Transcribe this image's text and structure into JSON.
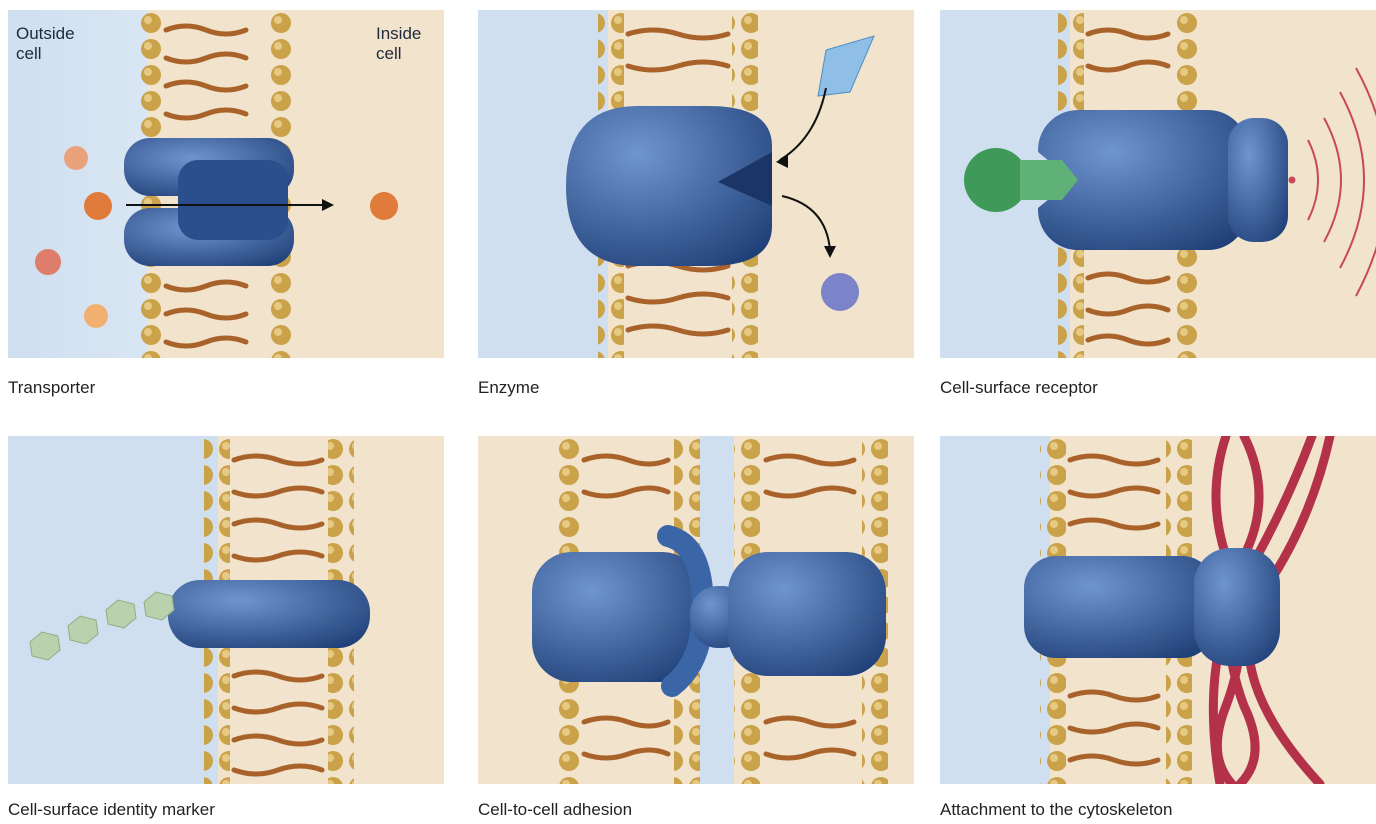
{
  "panels": [
    {
      "caption": "Transporter"
    },
    {
      "caption": "Enzyme"
    },
    {
      "caption": "Cell-surface receptor"
    },
    {
      "caption": "Cell-surface identity marker"
    },
    {
      "caption": "Cell-to-cell adhesion"
    },
    {
      "caption": "Attachment to the cytoskeleton"
    }
  ],
  "labels": {
    "outside_line1": "Outside",
    "outside_line2": "cell",
    "inside_line1": "Inside",
    "inside_line2": "cell"
  },
  "colors": {
    "outside": "#cfe0f2",
    "inside": "#f1e3cc",
    "lipid_head": "#c9a24a",
    "lipid_tail": "#a8622a",
    "protein": "#2e5a9a",
    "receptor_signal": "#3f9a5a",
    "marker_sugar": "#b9d1ac",
    "cytoskeleton": "#b3324a"
  }
}
